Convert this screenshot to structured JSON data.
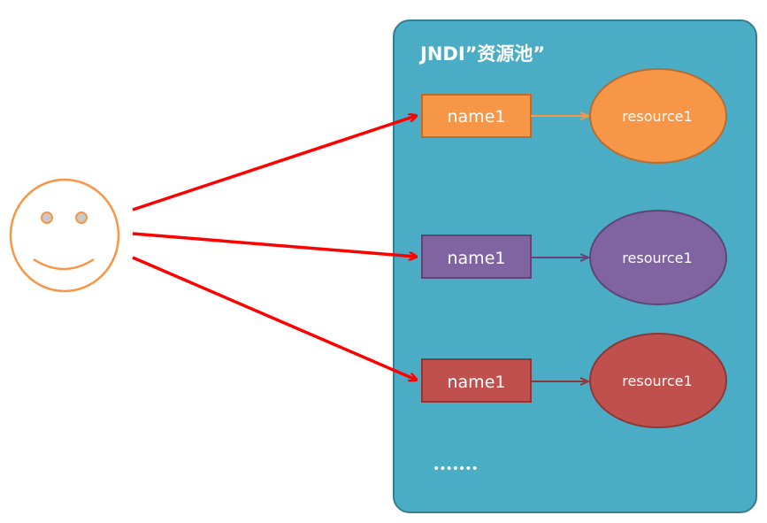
{
  "pool": {
    "title": "JNDI”资源池”",
    "fill": "#4bacc6",
    "border": "#357d91",
    "ellipsis": "•••••••"
  },
  "user": {
    "icon": "smiley-face",
    "color": "#f79646"
  },
  "arrow_color": "#ff0000",
  "entries": [
    {
      "name": "name1",
      "resource": "resource1",
      "fill": "#f79646",
      "border": "#b66d31"
    },
    {
      "name": "name1",
      "resource": "resource1",
      "fill": "#8064a2",
      "border": "#5c4776"
    },
    {
      "name": "name1",
      "resource": "resource1",
      "fill": "#c0504d",
      "border": "#8c3836"
    }
  ]
}
